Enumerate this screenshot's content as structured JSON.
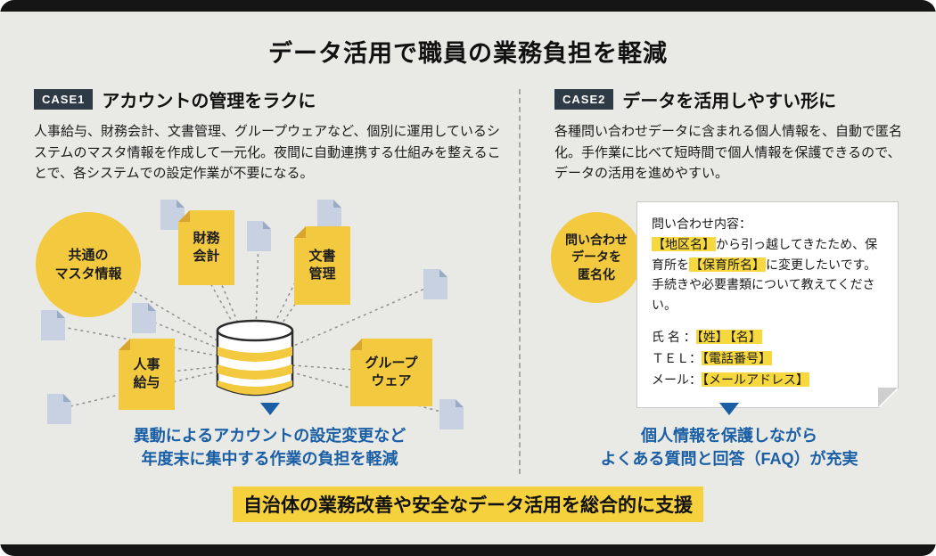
{
  "title": "データ活用で職員の業務負担を軽減",
  "footer": "自治体の業務改善や安全なデータ活用を総合的に支援",
  "colors": {
    "background": "#e9e9e6",
    "accent_yellow": "#f3c93f",
    "highlight_yellow": "#f7d83f",
    "result_blue": "#1a5fa5",
    "badge_navy": "#2e3a46",
    "document_blue": "#c7d1e2",
    "frame_black": "#151515"
  },
  "case1": {
    "badge": "CASE1",
    "heading": "アカウントの管理をラクに",
    "body": "人事給与、財務会計、文書管理、グループウェアなど、個別に運用しているシステムのマスタ情報を作成して一元化。夜間に自動連携する仕組みを整えることで、各システムでの設定作業が不要になる。",
    "circle_label": "共通の\nマスタ情報",
    "nodes": [
      {
        "label": "財務\n会計"
      },
      {
        "label": "文書\n管理"
      },
      {
        "label": "人事\n給与"
      },
      {
        "label": "グループ\nウェア"
      }
    ],
    "result_line1": "異動によるアカウントの設定変更など",
    "result_line2": "年度末に集中する作業の負担を軽減"
  },
  "case2": {
    "badge": "CASE2",
    "heading": "データを活用しやすい形に",
    "body": "各種問い合わせデータに含まれる個人情報を、自動で匿名化。手作業に比べて短時間で個人情報を保護できるので、データの活用を進めやすい。",
    "circle_label": "問い合わせ\nデータを\n匿名化",
    "card": {
      "line1": "問い合わせ内容：",
      "paragraph": [
        {
          "t": "【地区名】",
          "hl": true
        },
        {
          "t": "から引っ越してきたため、保育所を",
          "hl": false
        },
        {
          "t": "【保育所名】",
          "hl": true
        },
        {
          "t": "に変更したいです。手続きや必要書類について教えてください。",
          "hl": false
        }
      ],
      "name_line": [
        {
          "t": "氏 名 ：",
          "hl": false
        },
        {
          "t": "【姓】",
          "hl": true
        },
        {
          "t": "【名】",
          "hl": true
        }
      ],
      "tel_line": [
        {
          "t": "ＴＥＬ：",
          "hl": false
        },
        {
          "t": "【電話番号】",
          "hl": true
        }
      ],
      "mail_line": [
        {
          "t": "メール：",
          "hl": false
        },
        {
          "t": "【メールアドレス】",
          "hl": true
        }
      ]
    },
    "result_line1": "個人情報を保護しながら",
    "result_line2": "よくある質問と回答（FAQ）が充実"
  }
}
